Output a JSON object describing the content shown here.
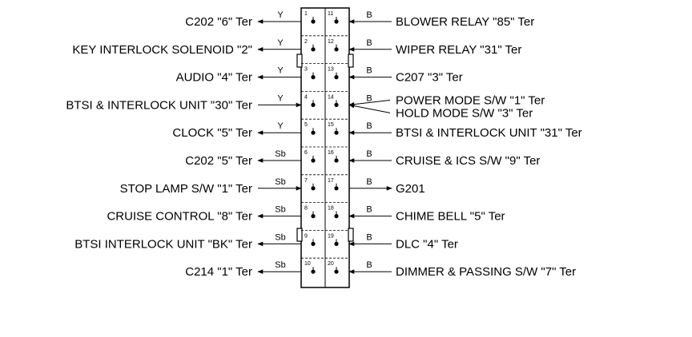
{
  "connector": {
    "left_pins": [
      {
        "pin": "1",
        "label": "C202 \"6\" Ter",
        "wire": "Y",
        "direction": "out"
      },
      {
        "pin": "2",
        "label": "KEY INTERLOCK SOLENOID \"2\"",
        "wire": "Y",
        "direction": "out"
      },
      {
        "pin": "3",
        "label": "AUDIO \"4\" Ter",
        "wire": "Y",
        "direction": "out"
      },
      {
        "pin": "4",
        "label": "BTSI & INTERLOCK UNIT \"30\" Ter",
        "wire": "Y",
        "direction": "in"
      },
      {
        "pin": "5",
        "label": "CLOCK \"5\" Ter",
        "wire": "Y",
        "direction": "out"
      },
      {
        "pin": "6",
        "label": "C202 \"5\" Ter",
        "wire": "Sb",
        "direction": "out"
      },
      {
        "pin": "7",
        "label": "STOP LAMP S/W \"1\" Ter",
        "wire": "Sb",
        "direction": "in"
      },
      {
        "pin": "8",
        "label": "CRUISE CONTROL \"8\" Ter",
        "wire": "Sb",
        "direction": "out"
      },
      {
        "pin": "9",
        "label": "BTSI  INTERLOCK UNIT \"BK\" Ter",
        "wire": "Sb",
        "direction": "out"
      },
      {
        "pin": "10",
        "label": "C214 \"1\" Ter",
        "wire": "Sb",
        "direction": "out"
      }
    ],
    "right_pins": [
      {
        "pin": "11",
        "label": "BLOWER RELAY \"85\" Ter",
        "wire": "B",
        "direction": "in"
      },
      {
        "pin": "12",
        "label": "WIPER RELAY \"31\" Ter",
        "wire": "B",
        "direction": "in"
      },
      {
        "pin": "13",
        "label": "C207 \"3\" Ter",
        "wire": "B",
        "direction": "in"
      },
      {
        "pin": "14",
        "label": "POWER MODE S/W \"1\" Ter",
        "label2": "HOLD MODE S/W \"3\" Ter",
        "wire": "B",
        "direction": "split"
      },
      {
        "pin": "15",
        "label": "BTSI & INTERLOCK UNIT \"31\" Ter",
        "wire": "B",
        "direction": "in"
      },
      {
        "pin": "16",
        "label": "CRUISE & ICS S/W \"9\" Ter",
        "wire": "B",
        "direction": "in"
      },
      {
        "pin": "17",
        "label": "G201",
        "wire": "B",
        "direction": "out"
      },
      {
        "pin": "18",
        "label": "CHIME BELL \"5\" Ter",
        "wire": "B",
        "direction": "in"
      },
      {
        "pin": "19",
        "label": "DLC \"4\" Ter",
        "wire": "B",
        "direction": "in"
      },
      {
        "pin": "20",
        "label": "DIMMER & PASSING S/W \"7\" Ter",
        "wire": "B",
        "direction": "in"
      }
    ]
  }
}
